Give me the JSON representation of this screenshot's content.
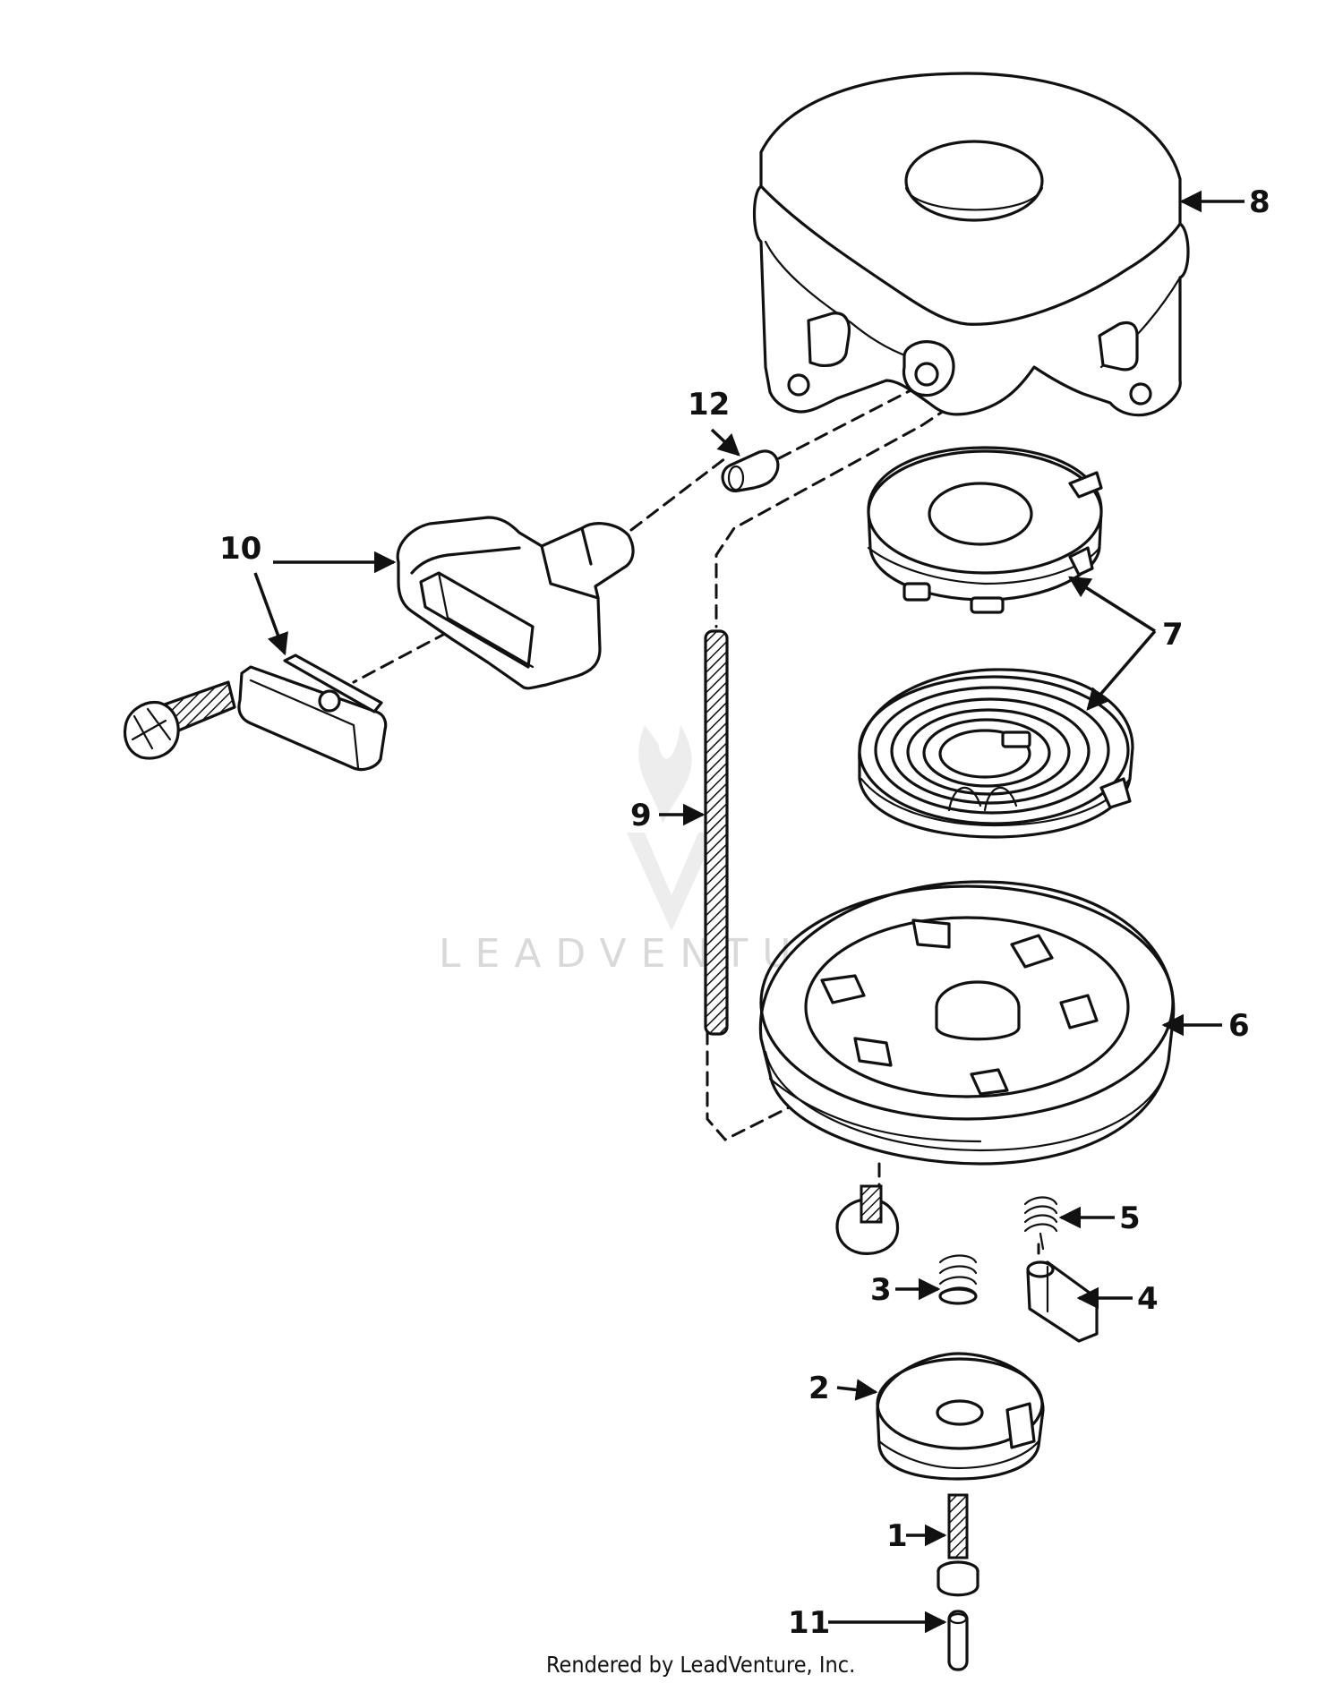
{
  "callouts": {
    "c1": "1",
    "c2": "2",
    "c3": "3",
    "c4": "4",
    "c5": "5",
    "c6": "6",
    "c7": "7",
    "c8": "8",
    "c9": "9",
    "c10": "10",
    "c11": "11",
    "c12": "12"
  },
  "watermark": "LEADVENTURE",
  "footer": "Rendered by LeadVenture, Inc.",
  "colors": {
    "ink": "#111111",
    "watermark": "#d9d9d9",
    "background": "#ffffff"
  }
}
